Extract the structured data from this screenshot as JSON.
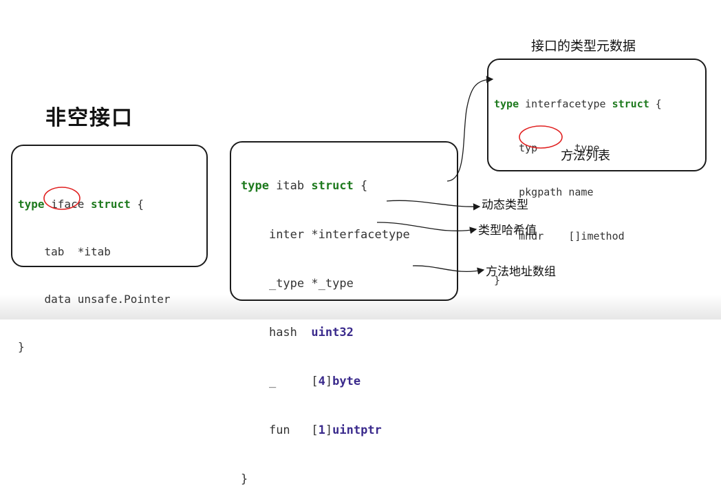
{
  "titles": {
    "nonempty_interface": "非空接口",
    "interface_metadata": "接口的类型元数据"
  },
  "iface": {
    "header": {
      "kw": "type",
      "name": " iface ",
      "kw2": "struct",
      "brace": " {"
    },
    "fields": [
      {
        "name": "tab",
        "type": "*itab"
      },
      {
        "name": "data",
        "type": "unsafe.Pointer"
      }
    ],
    "close": "}"
  },
  "itab": {
    "header": {
      "kw": "type",
      "name": " itab ",
      "kw2": "struct",
      "brace": " {"
    },
    "fields": [
      {
        "name": "inter",
        "type": "*interfacetype"
      },
      {
        "name": "_type",
        "type": "*_type"
      },
      {
        "name": "hash",
        "type": "uint32"
      },
      {
        "name": "_",
        "bracket_open": "[",
        "num": "4",
        "bracket_close": "]",
        "type": "byte"
      },
      {
        "name": "fun",
        "bracket_open": "[",
        "num": "1",
        "bracket_close": "]",
        "type": "uintptr"
      }
    ],
    "close": "}"
  },
  "interfacetype": {
    "header": {
      "kw": "type",
      "name": " interfacetype ",
      "kw2": "struct",
      "brace": " {"
    },
    "fields": [
      {
        "name": "typ",
        "type": "_type"
      },
      {
        "name": "pkgpath",
        "type": "name"
      },
      {
        "name": "mhdr",
        "type": "[]imethod"
      }
    ],
    "close": "}"
  },
  "annotations": {
    "method_list": "方法列表",
    "dynamic_type": "动态类型",
    "type_hash": "类型哈希值",
    "method_address_array": "方法地址数组"
  },
  "colors": {
    "keyword": "#1e7a1e",
    "type_highlight": "#3a2a8c",
    "circle": "#e02020",
    "border": "#1a1a1a"
  }
}
